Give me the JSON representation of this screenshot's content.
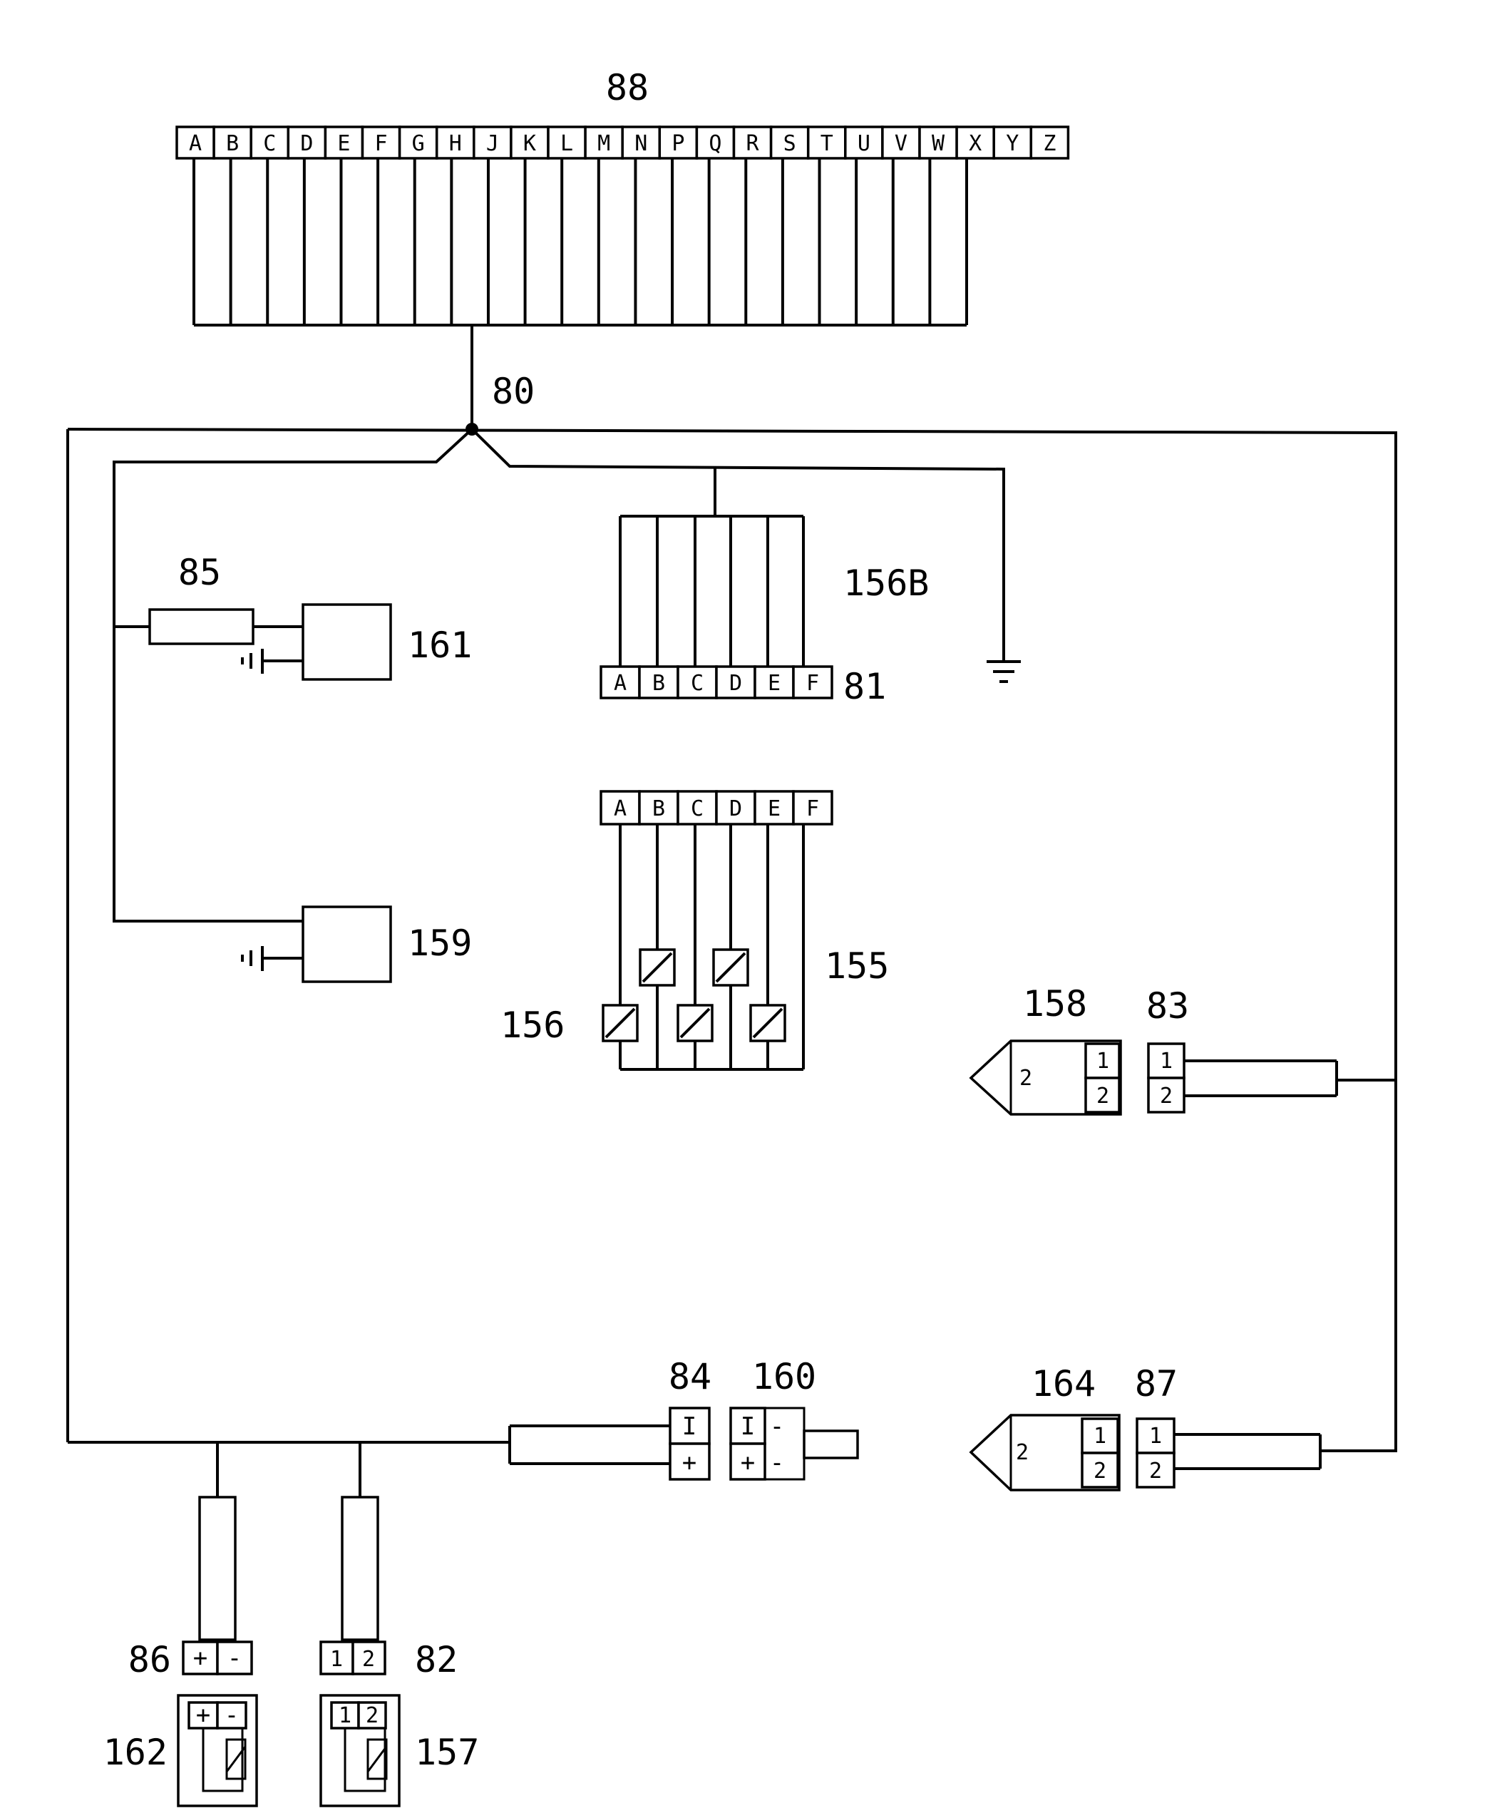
{
  "refs": {
    "r88": "88",
    "r80": "80",
    "r85": "85",
    "r161": "161",
    "r156B": "156B",
    "r81": "81",
    "r159": "159",
    "r155": "155",
    "r156": "156",
    "r158": "158",
    "r83": "83",
    "r84": "84",
    "r160": "160",
    "r164": "164",
    "r87": "87",
    "r86": "86",
    "r82": "82",
    "r162": "162",
    "r157": "157"
  },
  "connector_88_pins": [
    "A",
    "B",
    "C",
    "D",
    "E",
    "F",
    "G",
    "H",
    "J",
    "K",
    "L",
    "M",
    "N",
    "P",
    "Q",
    "R",
    "S",
    "T",
    "U",
    "V",
    "W",
    "X",
    "Y",
    "Z"
  ],
  "connector_81_pins": [
    "A",
    "B",
    "C",
    "D",
    "E",
    "F"
  ],
  "connector_155_pins": [
    "A",
    "B",
    "C",
    "D",
    "E",
    "F"
  ],
  "connector_158": {
    "body": "2",
    "pins": [
      "1",
      "2"
    ]
  },
  "connector_83": {
    "pins": [
      "1",
      "2"
    ]
  },
  "connector_164": {
    "body": "2",
    "pins": [
      "1",
      "2"
    ]
  },
  "connector_87": {
    "pins": [
      "1",
      "2"
    ]
  },
  "connector_84": {
    "pins": [
      "I",
      "+"
    ]
  },
  "connector_160": {
    "pins": [
      "I",
      "+"
    ],
    "signs": [
      "-",
      "-"
    ]
  },
  "connector_86": {
    "pins": [
      "+",
      "-"
    ]
  },
  "connector_162": {
    "pins": [
      "+",
      "-"
    ]
  },
  "connector_82": {
    "pins": [
      "1",
      "2"
    ]
  },
  "connector_157": {
    "pins": [
      "1",
      "2"
    ]
  }
}
